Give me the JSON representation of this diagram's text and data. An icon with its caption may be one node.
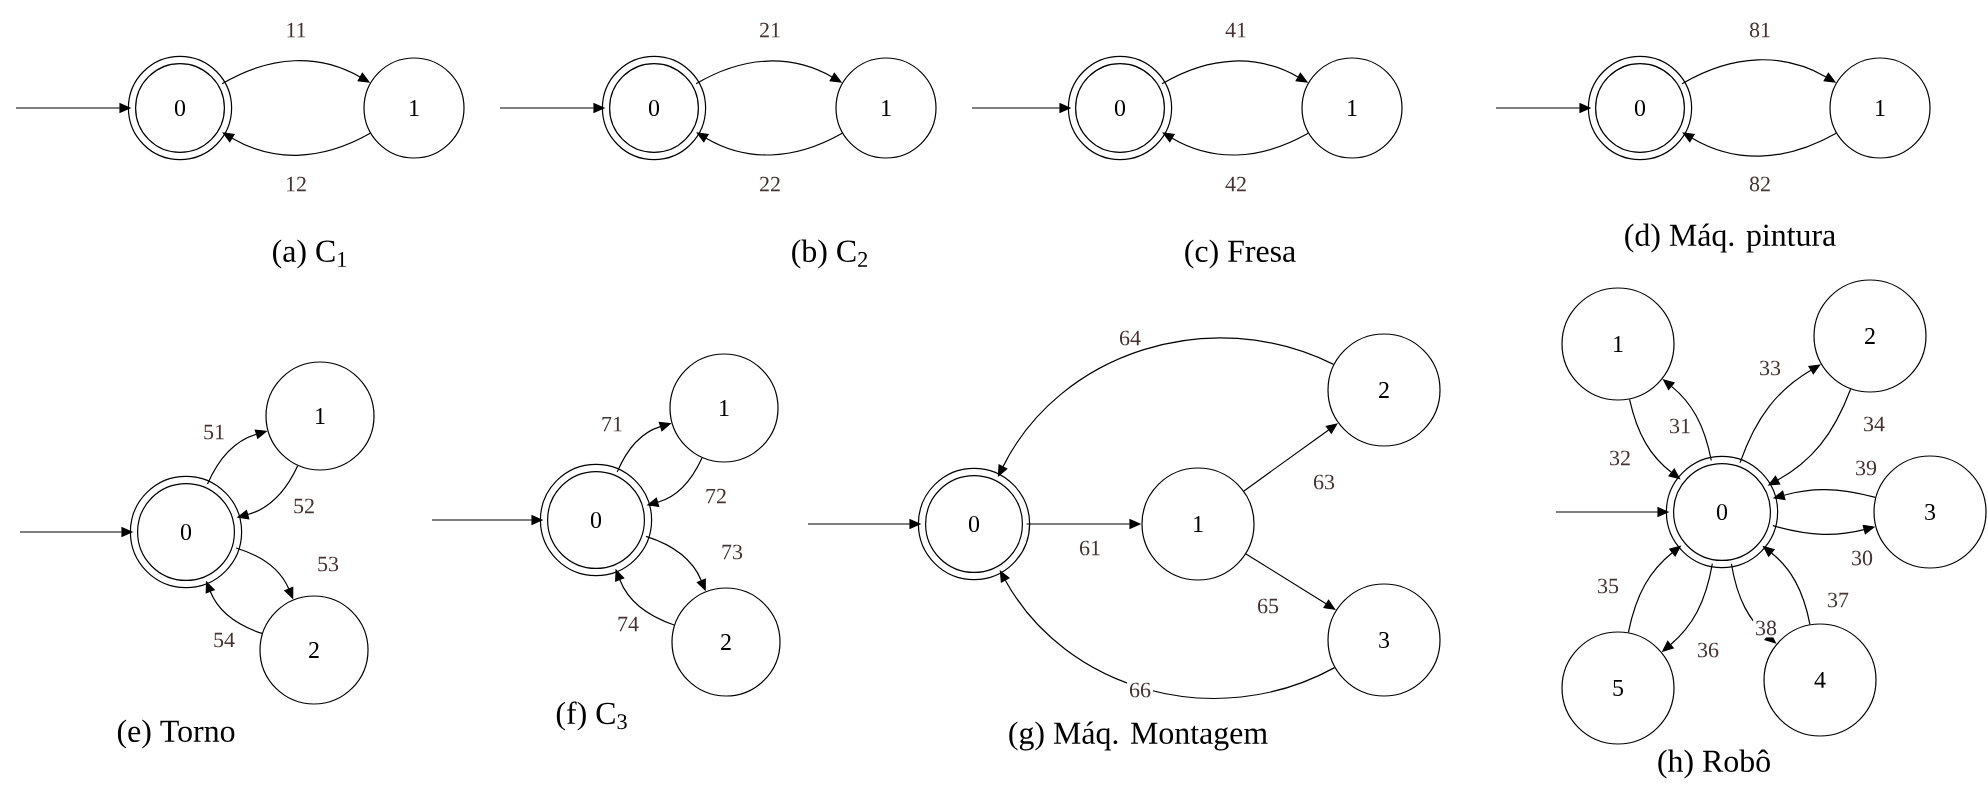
{
  "diagram": {
    "nodes": [
      {
        "text": [
          "0"
        ]
      },
      {
        "text": [
          "1"
        ]
      },
      {
        "text": [
          "0"
        ]
      },
      {
        "text": [
          "1"
        ]
      },
      {
        "text": [
          "0"
        ]
      },
      {
        "text": [
          "1"
        ]
      },
      {
        "text": [
          "0"
        ]
      },
      {
        "text": [
          "1"
        ]
      },
      {
        "text": [
          "0"
        ]
      },
      {
        "text": [
          "1"
        ]
      },
      {
        "text": [
          "2"
        ]
      },
      {
        "text": [
          "0"
        ]
      },
      {
        "text": [
          "1"
        ]
      },
      {
        "text": [
          "2"
        ]
      },
      {
        "text": [
          "0"
        ]
      },
      {
        "text": [
          "1"
        ]
      },
      {
        "text": [
          "2"
        ]
      },
      {
        "text": [
          "3"
        ]
      },
      {
        "text": [
          "0"
        ]
      },
      {
        "text": [
          "1"
        ]
      },
      {
        "text": [
          "2"
        ]
      },
      {
        "text": [
          "3"
        ]
      },
      {
        "text": [
          "4"
        ]
      },
      {
        "text": [
          "5"
        ]
      }
    ],
    "edges": [
      {
        "from": null,
        "to": 0,
        "arrow": "to"
      },
      {
        "from": 0,
        "to": 1,
        "arrow": "to",
        "label": "11"
      },
      {
        "from": 1,
        "to": 0,
        "arrow": "to",
        "label": "12"
      },
      {
        "from": null,
        "to": 2,
        "arrow": "to"
      },
      {
        "from": 2,
        "to": 3,
        "arrow": "to",
        "label": "21"
      },
      {
        "from": 3,
        "to": 2,
        "arrow": "to",
        "label": "22"
      },
      {
        "from": null,
        "to": 4,
        "arrow": "to"
      },
      {
        "from": 4,
        "to": 5,
        "arrow": "to",
        "label": "41"
      },
      {
        "from": 5,
        "to": 4,
        "arrow": "to",
        "label": "42"
      },
      {
        "from": null,
        "to": 6,
        "arrow": "to"
      },
      {
        "from": 6,
        "to": 7,
        "arrow": "to",
        "label": "81"
      },
      {
        "from": 7,
        "to": 6,
        "arrow": "to",
        "label": "82"
      },
      {
        "from": null,
        "to": 8,
        "arrow": "to"
      },
      {
        "from": 8,
        "to": 9,
        "arrow": "to",
        "label": "51"
      },
      {
        "from": 9,
        "to": 8,
        "arrow": "to",
        "label": "52"
      },
      {
        "from": 8,
        "to": 10,
        "arrow": "to",
        "label": "53"
      },
      {
        "from": 10,
        "to": 8,
        "arrow": "to",
        "label": "54"
      },
      {
        "from": null,
        "to": 11,
        "arrow": "to"
      },
      {
        "from": 11,
        "to": 12,
        "arrow": "to",
        "label": "71"
      },
      {
        "from": 12,
        "to": 11,
        "arrow": "to",
        "label": "72"
      },
      {
        "from": 11,
        "to": 13,
        "arrow": "to",
        "label": "73"
      },
      {
        "from": 13,
        "to": 11,
        "arrow": "to",
        "label": "74"
      },
      {
        "from": null,
        "to": 14,
        "arrow": "to"
      },
      {
        "from": 14,
        "to": 15,
        "arrow": "to",
        "label": "61"
      },
      {
        "from": 15,
        "to": 16,
        "arrow": "to",
        "label": "63"
      },
      {
        "from": 16,
        "to": 14,
        "arrow": "to",
        "label": "64"
      },
      {
        "from": 15,
        "to": 17,
        "arrow": "to",
        "label": "65"
      },
      {
        "from": 17,
        "to": 14,
        "arrow": "to",
        "label": "66"
      },
      {
        "from": null,
        "to": 18,
        "arrow": "to"
      },
      {
        "from": 18,
        "to": 19,
        "arrow": "to",
        "label": "31"
      },
      {
        "from": 19,
        "to": 18,
        "arrow": "to",
        "label": "32"
      },
      {
        "from": 18,
        "to": 20,
        "arrow": "to",
        "label": "33"
      },
      {
        "from": 20,
        "to": 18,
        "arrow": "to",
        "label": "34"
      },
      {
        "from": 21,
        "to": 18,
        "arrow": "to",
        "label": "39"
      },
      {
        "from": 18,
        "to": 21,
        "arrow": "to",
        "label": "30"
      },
      {
        "from": 22,
        "to": 18,
        "arrow": "to",
        "label": "37"
      },
      {
        "from": 18,
        "to": 22,
        "arrow": "to",
        "label": "38"
      },
      {
        "from": 18,
        "to": 23,
        "arrow": "to",
        "label": "36"
      },
      {
        "from": 23,
        "to": 18,
        "arrow": "to",
        "label": "35"
      }
    ],
    "labels": [
      "(a) C$_{1}$",
      "(b) C$_{2}$",
      "(c) Fresa",
      "(d) Máq. pintura",
      "(e) Torno",
      "(f) C$_{3}$",
      "(g) Máq. Montagem",
      "(h) Robô"
    ]
  }
}
